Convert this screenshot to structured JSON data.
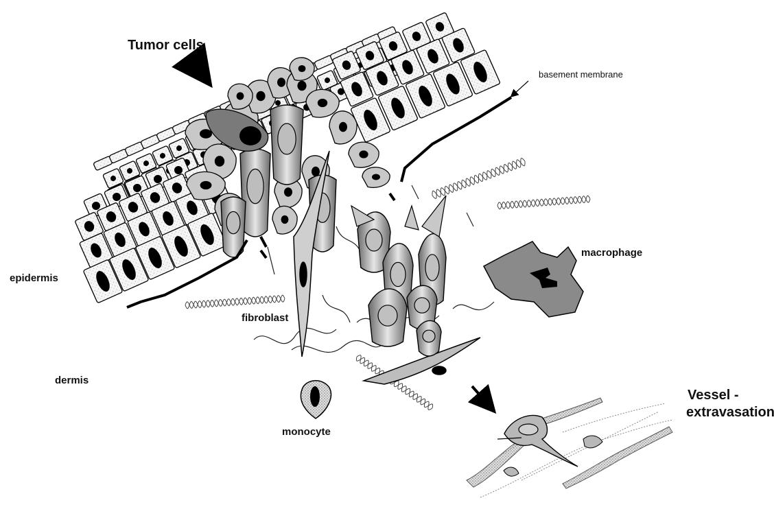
{
  "labels": {
    "tumor_cells": "Tumor cells",
    "basement_membrane": "basement membrane",
    "epidermis": "epidermis",
    "dermis": "dermis",
    "fibroblast": "fibroblast",
    "macrophage": "macrophage",
    "monocyte": "monocyte",
    "vessel_line1": "Vessel -",
    "vessel_line2": "extravasation"
  },
  "colors": {
    "cell_fill": "#f2f2f2",
    "cell_dot": "#d6d6d6",
    "nucleus": "#000000",
    "invading_cell": "#c8c8c8",
    "macrophage": "#8a8a8a",
    "outline": "#000000"
  }
}
